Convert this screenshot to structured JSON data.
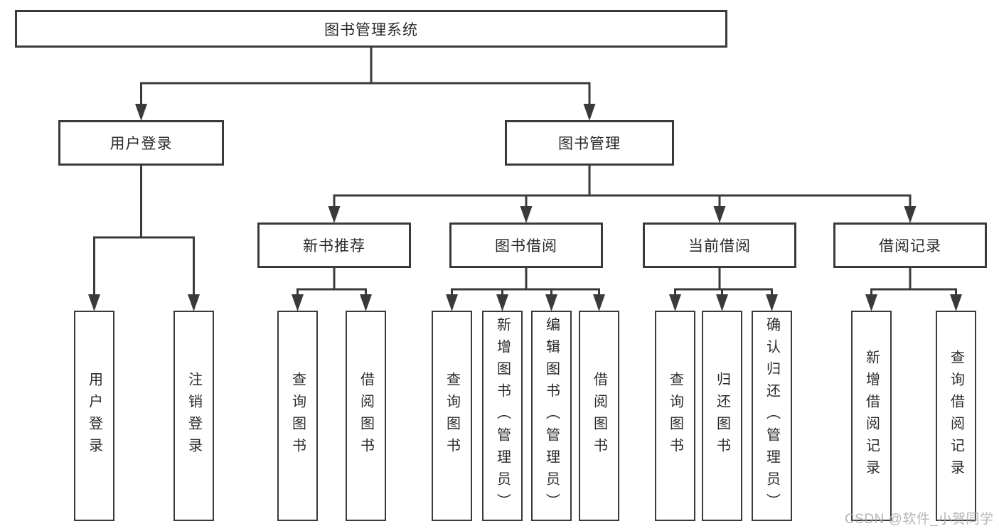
{
  "diagram": {
    "type": "hierarchy-tree",
    "nodes": {
      "root": {
        "label": "图书管理系统"
      },
      "user_login": {
        "label": "用户登录"
      },
      "book_mgmt": {
        "label": "图书管理"
      },
      "new_book_rec": {
        "label": "新书推荐"
      },
      "book_borrow": {
        "label": "图书借阅"
      },
      "current_borrow": {
        "label": "当前借阅"
      },
      "borrow_records": {
        "label": "借阅记录"
      },
      "login": {
        "label": "用户登录"
      },
      "logout": {
        "label": "注销登录"
      },
      "rec_query": {
        "label": "查询图书"
      },
      "rec_borrow": {
        "label": "借阅图书"
      },
      "bb_query": {
        "label": "查询图书"
      },
      "bb_add": {
        "label": "新增图书（管理员）"
      },
      "bb_edit": {
        "label": "编辑图书（管理员）"
      },
      "bb_borrow": {
        "label": "借阅图书"
      },
      "cb_query": {
        "label": "查询图书"
      },
      "cb_return": {
        "label": "归还图书"
      },
      "cb_confirm": {
        "label": "确认归还（管理员）"
      },
      "br_add": {
        "label": "新增借阅记录"
      },
      "br_query": {
        "label": "查询借阅记录"
      }
    },
    "hierarchy": {
      "root": [
        "user_login",
        "book_mgmt"
      ],
      "user_login": [
        "login",
        "logout"
      ],
      "book_mgmt": [
        "new_book_rec",
        "book_borrow",
        "current_borrow",
        "borrow_records"
      ],
      "new_book_rec": [
        "rec_query",
        "rec_borrow"
      ],
      "book_borrow": [
        "bb_query",
        "bb_add",
        "bb_edit",
        "bb_borrow"
      ],
      "current_borrow": [
        "cb_query",
        "cb_return",
        "cb_confirm"
      ],
      "borrow_records": [
        "br_add",
        "br_query"
      ]
    },
    "colors": {
      "line": "#3a3a3a",
      "box_border": "#3a3a3a",
      "text": "#2a2a2a",
      "background": "#ffffff",
      "watermark": "#a9a9a9"
    }
  },
  "watermark": {
    "text": "CSDN @软件_小贺同学"
  }
}
